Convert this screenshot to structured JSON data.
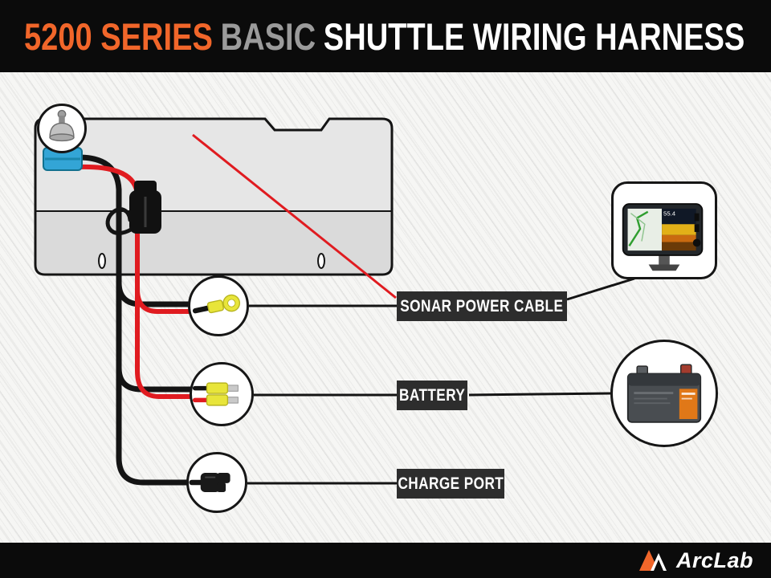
{
  "header": {
    "title": {
      "series": "5200 SERIES",
      "tier": "BASIC",
      "rest": "SHUTTLE WIRING HARNESS"
    }
  },
  "diagram": {
    "callout_labels": {
      "sonar_power_cable": "SONAR POWER CABLE",
      "battery": "BATTERY",
      "charge_port": "CHARGE PORT"
    },
    "callout_icons": [
      "suction-cup-mount-icon",
      "ring-terminal-icon",
      "spade-terminals-icon",
      "sae-connector-icon"
    ],
    "fishfinder": {
      "depth_reading": "55.4"
    }
  },
  "footer": {
    "brand": "ArcLab"
  },
  "colors": {
    "accent_orange": "#f1662a",
    "title_gray": "#9b9b9b",
    "wire_black": "#141414",
    "wire_red": "#e01b20",
    "connector_yellow": "#e8e53a",
    "mount_blue": "#33a5d6",
    "label_bg": "#2d2d2d",
    "tray_gray": "#e6e6e6"
  }
}
